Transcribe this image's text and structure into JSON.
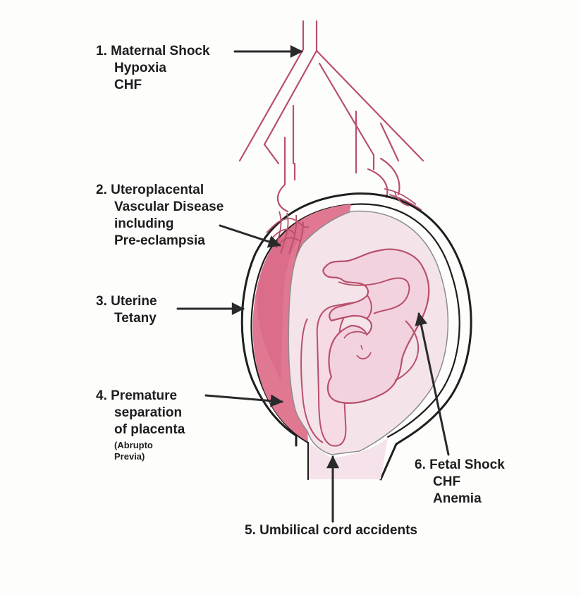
{
  "labels": {
    "maternal_shock": {
      "line1": "1. Maternal Shock",
      "line2": "Hypoxia",
      "line3": "CHF"
    },
    "uteroplacental": {
      "line1": "2. Uteroplacental",
      "line2": "Vascular Disease",
      "line3": "including",
      "line4": "Pre-eclampsia"
    },
    "uterine_tetany": {
      "line1": "3. Uterine",
      "line2": "Tetany"
    },
    "premature_separation": {
      "line1": "4. Premature",
      "line2": "separation",
      "line3": "of placenta",
      "note1": "(Abrupto",
      "note2": "Previa)"
    },
    "umbilical_cord": {
      "line1": "5. Umbilical cord accidents"
    },
    "fetal_shock": {
      "line1": "6. Fetal Shock",
      "line2": "CHF",
      "line3": "Anemia"
    }
  },
  "colors": {
    "vessel": "#b8506a",
    "uterus_outline": "#1e1e1e",
    "placenta": "#e07892",
    "placenta_dark": "#d05a7c",
    "amniotic": "#f4e4ea",
    "fetus": "#f3d2e0",
    "cord": "#f7dbe4",
    "arrow": "#2a2a2a",
    "text": "#1d1d1d"
  }
}
